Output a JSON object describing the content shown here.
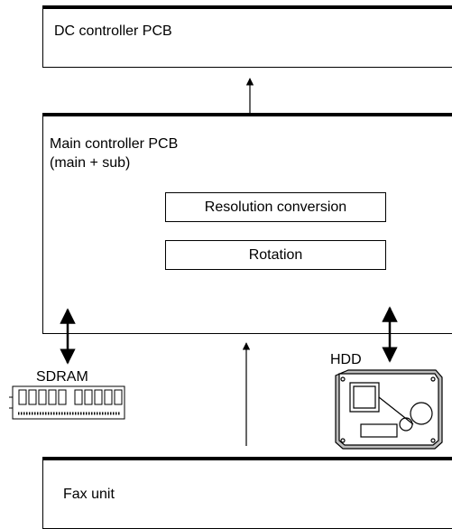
{
  "dc_controller": {
    "label": "DC controller PCB"
  },
  "main_controller": {
    "label_line1": "Main controller PCB",
    "label_line2": "(main + sub)",
    "functions": [
      "Resolution conversion",
      "Rotation"
    ]
  },
  "sdram": {
    "label": "SDRAM"
  },
  "hdd": {
    "label": "HDD"
  },
  "fax_unit": {
    "label": "Fax unit"
  }
}
